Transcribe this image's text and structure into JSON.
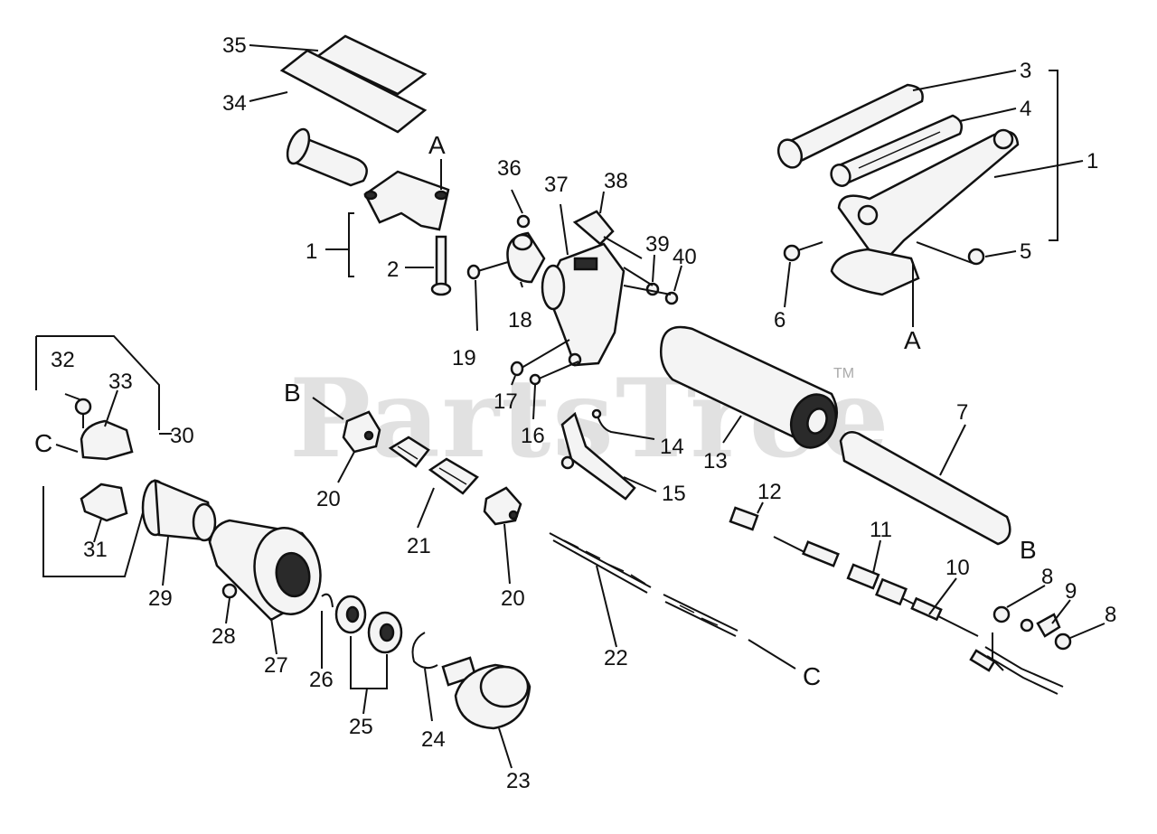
{
  "watermark": {
    "text": "PartsTree",
    "tm": "TM"
  },
  "letters": {
    "A1": "A",
    "A2": "A",
    "B1": "B",
    "B2": "B",
    "C1": "C",
    "C2": "C"
  },
  "callouts": {
    "n35": "35",
    "n34": "34",
    "n3": "3",
    "n4": "4",
    "n1r": "1",
    "n5": "5",
    "n6": "6",
    "n1l": "1",
    "n2": "2",
    "n36": "36",
    "n37": "37",
    "n38": "38",
    "n39": "39",
    "n40": "40",
    "n19": "19",
    "n18": "18",
    "n17": "17",
    "n16": "16",
    "n14": "14",
    "n15": "15",
    "n13": "13",
    "n7": "7",
    "n12": "12",
    "n11": "11",
    "n10": "10",
    "n8a": "8",
    "n9": "9",
    "n8b": "8",
    "n32": "32",
    "n33": "33",
    "n30": "30",
    "n31": "31",
    "n29": "29",
    "n28": "28",
    "n27": "27",
    "n26": "26",
    "n25": "25",
    "n24": "24",
    "n23": "23",
    "n22": "22",
    "n21": "21",
    "n20a": "20",
    "n20b": "20"
  }
}
